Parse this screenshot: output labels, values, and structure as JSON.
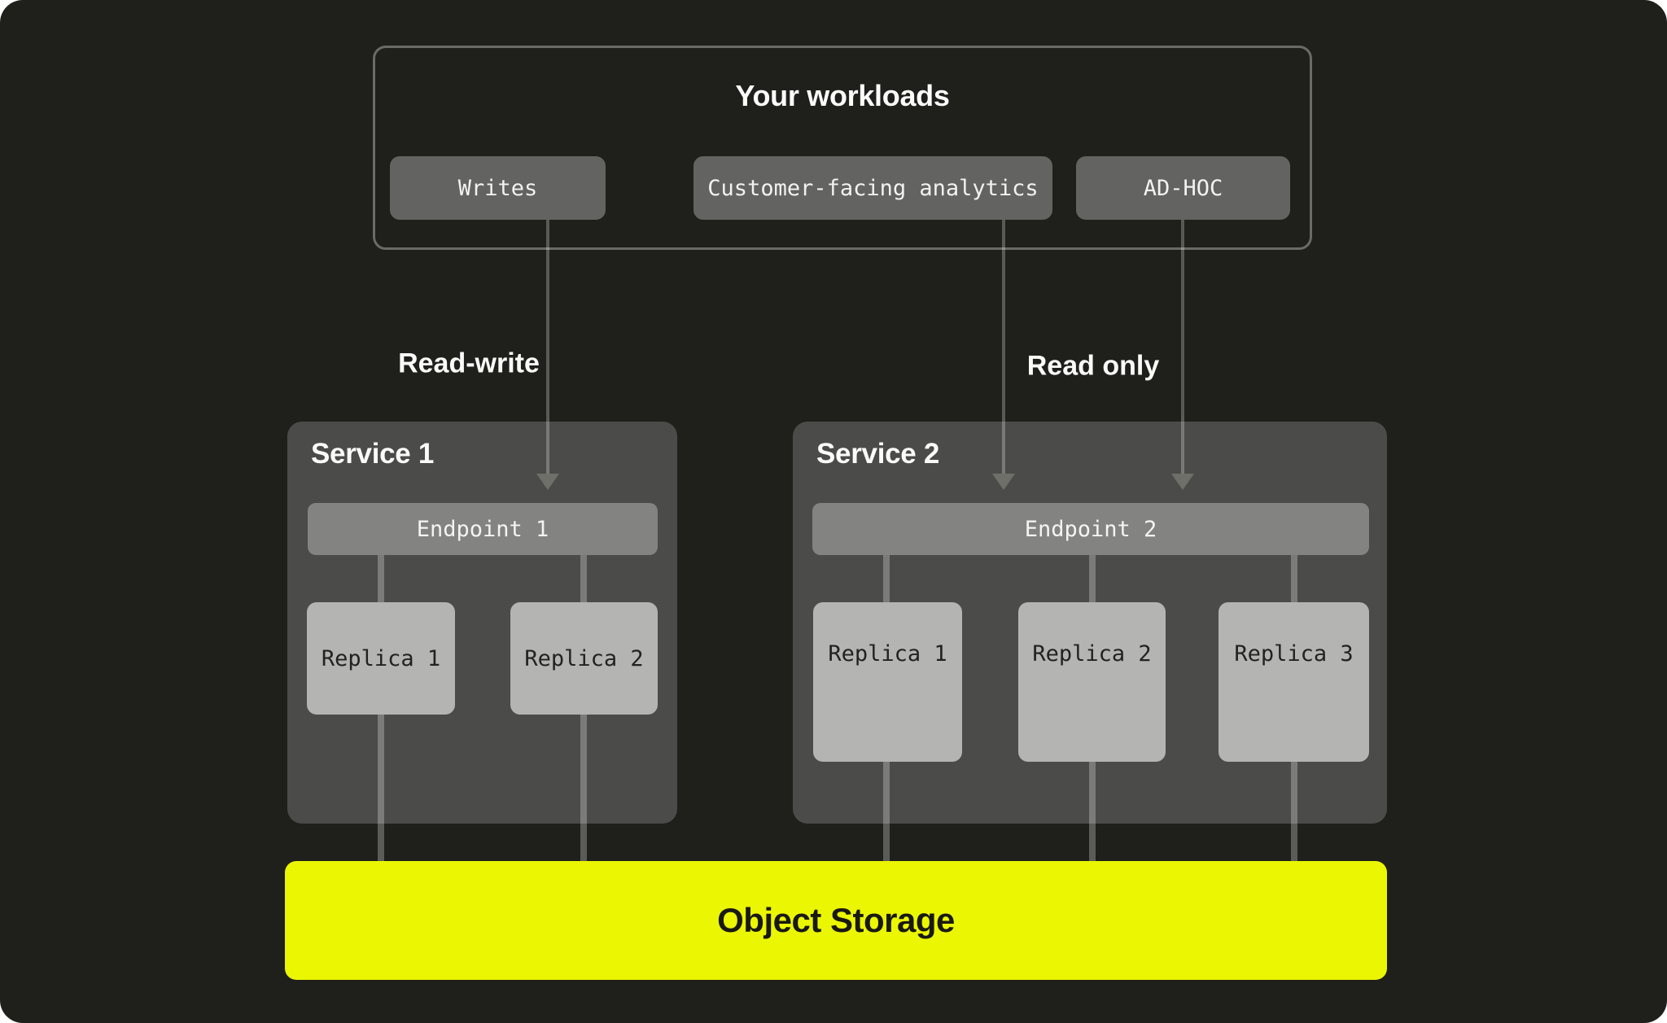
{
  "colors": {
    "background": "#1f201b",
    "panel_gray": "#4b4b49",
    "node_gray": "#636361",
    "endpoint_gray": "#838381",
    "replica_gray": "#b4b4b2",
    "accent_yellow": "#ebf602",
    "connector_gray": "#6f6f6a"
  },
  "workloads": {
    "title": "Your workloads",
    "buttons": [
      {
        "label": "Writes"
      },
      {
        "label": "Customer-facing analytics"
      },
      {
        "label": "AD-HOC"
      }
    ]
  },
  "edges": {
    "read_write_label": "Read-write",
    "read_only_label": "Read only"
  },
  "services": [
    {
      "title": "Service 1",
      "endpoint_label": "Endpoint 1",
      "replicas": [
        {
          "label": "Replica 1"
        },
        {
          "label": "Replica 2"
        }
      ]
    },
    {
      "title": "Service 2",
      "endpoint_label": "Endpoint 2",
      "replicas": [
        {
          "label": "Replica 1"
        },
        {
          "label": "Replica 2"
        },
        {
          "label": "Replica 3"
        }
      ]
    }
  ],
  "storage": {
    "label": "Object Storage"
  }
}
